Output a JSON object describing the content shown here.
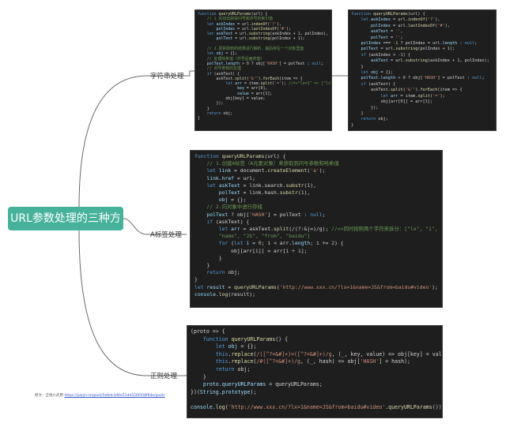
{
  "diagram": {
    "root": "URL参数处理的三种方法",
    "branches": [
      {
        "label": "字符串处理"
      },
      {
        "label": "A标签处理"
      },
      {
        "label": "正则处理"
      }
    ]
  },
  "colors": {
    "root_fill": "#46b29a",
    "code_bg": "#1e1e1e",
    "line": "#6b6b6b"
  },
  "panels": {
    "string_a": [
      [
        [
          "k",
          "function "
        ],
        [
          "f",
          "queryURLParams"
        ],
        [
          "p",
          "(url) {"
        ]
      ],
      [
        [
          "c",
          "    // 1.先找出获得问号和井号的索引值"
        ]
      ],
      [
        [
          "k",
          "    let "
        ],
        [
          "v",
          "askIndex"
        ],
        [
          "p",
          " = url."
        ],
        [
          "f",
          "indexOf"
        ],
        [
          "p",
          "("
        ],
        [
          "s",
          "'?'"
        ],
        [
          "p",
          "),"
        ]
      ],
      [
        [
          "v",
          "        polIndex"
        ],
        [
          "p",
          " = url."
        ],
        [
          "f",
          "lastIndexOf"
        ],
        [
          "p",
          "("
        ],
        [
          "s",
          "'#'"
        ],
        [
          "p",
          ");"
        ]
      ],
      [
        [
          "k",
          "    let "
        ],
        [
          "v",
          "askText"
        ],
        [
          "p",
          " = url."
        ],
        [
          "f",
          "substring"
        ],
        [
          "p",
          "(askIndex + "
        ],
        [
          "n",
          "1"
        ],
        [
          "p",
          ", polIndex),"
        ]
      ],
      [
        [
          "v",
          "        polText"
        ],
        [
          "p",
          " = url."
        ],
        [
          "f",
          "substring"
        ],
        [
          "p",
          "(polIndex + "
        ],
        [
          "n",
          "1"
        ],
        [
          "p",
          ");"
        ]
      ],
      [
        [
          "p",
          " "
        ]
      ],
      [
        [
          "c",
          "    // 2.把获取到的结果进行解析，最后存在一个对象里面"
        ]
      ],
      [
        [
          "k",
          "    let "
        ],
        [
          "v",
          "obj"
        ],
        [
          "p",
          " = {};"
        ]
      ],
      [
        [
          "c",
          "    // 处理哈希值（井号后面的值）"
        ]
      ],
      [
        [
          "v",
          "    polText"
        ],
        [
          "p",
          "."
        ],
        [
          "v",
          "length"
        ],
        [
          "p",
          " > "
        ],
        [
          "n",
          "0"
        ],
        [
          "p",
          " ? obj["
        ],
        [
          "s",
          "'HASH'"
        ],
        [
          "p",
          "] = polText : "
        ],
        [
          "k",
          "null"
        ],
        [
          "p",
          ";"
        ]
      ],
      [
        [
          "c",
          "    // 问号参数的处理"
        ]
      ],
      [
        [
          "k",
          "    if "
        ],
        [
          "p",
          "(askText) {"
        ]
      ],
      [
        [
          "p",
          "        askText."
        ],
        [
          "f",
          "split"
        ],
        [
          "p",
          "("
        ],
        [
          "s",
          "'&'"
        ],
        [
          "p",
          "')."
        ],
        [
          "f",
          "forEach"
        ],
        [
          "p",
          "(item => {"
        ]
      ],
      [
        [
          "k",
          "            let "
        ],
        [
          "v",
          "arr"
        ],
        [
          "p",
          " = item."
        ],
        [
          "f",
          "split"
        ],
        [
          "p",
          "("
        ],
        [
          "s",
          "'='"
        ],
        [
          "p",
          "); "
        ],
        [
          "c",
          "//=>\"lx=1\" => [\"lx\",1]"
        ]
      ],
      [
        [
          "k",
          "                 "
        ],
        [
          "v",
          "key"
        ],
        [
          "p",
          " = arr["
        ],
        [
          "n",
          "0"
        ],
        [
          "p",
          "],"
        ]
      ],
      [
        [
          "v",
          "                 value"
        ],
        [
          "p",
          " = arr["
        ],
        [
          "n",
          "1"
        ],
        [
          "p",
          "];"
        ]
      ],
      [
        [
          "p",
          "            obj[key] = value;"
        ]
      ],
      [
        [
          "p",
          "        });"
        ]
      ],
      [
        [
          "p",
          "    }"
        ]
      ],
      [
        [
          "k",
          "    return "
        ],
        [
          "p",
          "obj;"
        ]
      ],
      [
        [
          "p",
          "}"
        ]
      ]
    ],
    "string_b": [
      [
        [
          "k",
          "function "
        ],
        [
          "f",
          "queryURLParams"
        ],
        [
          "p",
          "(url) {"
        ]
      ],
      [
        [
          "k",
          "    let "
        ],
        [
          "v",
          "askIndex"
        ],
        [
          "p",
          " = url."
        ],
        [
          "f",
          "indexOf"
        ],
        [
          "p",
          "("
        ],
        [
          "s",
          "'?'"
        ],
        [
          "p",
          "),"
        ]
      ],
      [
        [
          "v",
          "        polIndex"
        ],
        [
          "p",
          " = url."
        ],
        [
          "f",
          "lastIndexOf"
        ],
        [
          "p",
          "("
        ],
        [
          "s",
          "'#'"
        ],
        [
          "p",
          "),"
        ]
      ],
      [
        [
          "v",
          "        askText"
        ],
        [
          "p",
          " = "
        ],
        [
          "s",
          "''"
        ],
        [
          "p",
          ","
        ]
      ],
      [
        [
          "v",
          "        polText"
        ],
        [
          "p",
          " = "
        ],
        [
          "s",
          "''"
        ],
        [
          "p",
          ";"
        ]
      ],
      [
        [
          "v",
          "    polIndex"
        ],
        [
          "p",
          " === "
        ],
        [
          "n",
          "-1"
        ],
        [
          "p",
          " ? polIndex = url."
        ],
        [
          "v",
          "length"
        ],
        [
          "p",
          " : "
        ],
        [
          "k",
          "null"
        ],
        [
          "p",
          ";"
        ]
      ],
      [
        [
          "v",
          "    polText"
        ],
        [
          "p",
          " = url."
        ],
        [
          "f",
          "substring"
        ],
        [
          "p",
          "(polIndex + "
        ],
        [
          "n",
          "1"
        ],
        [
          "p",
          ");"
        ]
      ],
      [
        [
          "k",
          "    if "
        ],
        [
          "p",
          "(askIndex > "
        ],
        [
          "n",
          "-1"
        ],
        [
          "p",
          ") {"
        ]
      ],
      [
        [
          "v",
          "        askText"
        ],
        [
          "p",
          " = url."
        ],
        [
          "f",
          "substring"
        ],
        [
          "p",
          "(askIndex + "
        ],
        [
          "n",
          "1"
        ],
        [
          "p",
          ", polIndex);"
        ]
      ],
      [
        [
          "p",
          "    }"
        ]
      ],
      [
        [
          "k",
          "    let "
        ],
        [
          "v",
          "obj"
        ],
        [
          "p",
          " = {};"
        ]
      ],
      [
        [
          "v",
          "    polText"
        ],
        [
          "p",
          "."
        ],
        [
          "v",
          "length"
        ],
        [
          "p",
          " > "
        ],
        [
          "n",
          "0"
        ],
        [
          "p",
          " ? obj["
        ],
        [
          "s",
          "'HASH'"
        ],
        [
          "p",
          "] = polText : "
        ],
        [
          "k",
          "null"
        ],
        [
          "p",
          ";"
        ]
      ],
      [
        [
          "k",
          "    if "
        ],
        [
          "p",
          "(askText) {"
        ]
      ],
      [
        [
          "p",
          "        askText."
        ],
        [
          "f",
          "split"
        ],
        [
          "p",
          "("
        ],
        [
          "s",
          "'&'"
        ],
        [
          "p",
          "')."
        ],
        [
          "f",
          "forEach"
        ],
        [
          "p",
          "(item => {"
        ]
      ],
      [
        [
          "k",
          "            let "
        ],
        [
          "v",
          "arr"
        ],
        [
          "p",
          " = item."
        ],
        [
          "f",
          "split"
        ],
        [
          "p",
          "("
        ],
        [
          "s",
          "'='"
        ],
        [
          "p",
          ");"
        ]
      ],
      [
        [
          "p",
          "            obj[arr["
        ],
        [
          "n",
          "0"
        ],
        [
          "p",
          "]] = arr["
        ],
        [
          "n",
          "1"
        ],
        [
          "p",
          "];"
        ]
      ],
      [
        [
          "p",
          "        });"
        ]
      ],
      [
        [
          "p",
          "    }"
        ]
      ],
      [
        [
          "k",
          "    return "
        ],
        [
          "p",
          "obj;"
        ]
      ],
      [
        [
          "p",
          "}"
        ]
      ]
    ],
    "anchor": [
      [
        [
          "k",
          "function "
        ],
        [
          "f",
          "queryURLParams"
        ],
        [
          "p",
          "(url) {"
        ]
      ],
      [
        [
          "c",
          "    // 1.创建A标签（A元素对象）来获取到问号参数和哈希值"
        ]
      ],
      [
        [
          "k",
          "    let "
        ],
        [
          "v",
          "link"
        ],
        [
          "p",
          " = document."
        ],
        [
          "f",
          "createElement"
        ],
        [
          "p",
          "("
        ],
        [
          "s",
          "'a'"
        ],
        [
          "p",
          ");"
        ]
      ],
      [
        [
          "v",
          "    link"
        ],
        [
          "p",
          "."
        ],
        [
          "v",
          "href"
        ],
        [
          "p",
          " = url;"
        ]
      ],
      [
        [
          "k",
          "    let "
        ],
        [
          "v",
          "askText"
        ],
        [
          "p",
          " = link.search."
        ],
        [
          "f",
          "substr"
        ],
        [
          "p",
          "("
        ],
        [
          "n",
          "1"
        ],
        [
          "p",
          "),"
        ]
      ],
      [
        [
          "v",
          "        polText"
        ],
        [
          "p",
          " = link.hash."
        ],
        [
          "f",
          "substr"
        ],
        [
          "p",
          "("
        ],
        [
          "n",
          "1"
        ],
        [
          "p",
          "),"
        ]
      ],
      [
        [
          "v",
          "        obj"
        ],
        [
          "p",
          " = {};"
        ]
      ],
      [
        [
          "c",
          "    // 2.向对象中进行存储"
        ]
      ],
      [
        [
          "v",
          "    polText"
        ],
        [
          "p",
          " ? obj["
        ],
        [
          "s",
          "'HASH'"
        ],
        [
          "p",
          "] = polText : "
        ],
        [
          "k",
          "null"
        ],
        [
          "p",
          ";"
        ]
      ],
      [
        [
          "k",
          "    if "
        ],
        [
          "p",
          "(askText) {"
        ]
      ],
      [
        [
          "k",
          "        let "
        ],
        [
          "v",
          "arr"
        ],
        [
          "p",
          " = askText."
        ],
        [
          "f",
          "split"
        ],
        [
          "p",
          "(/(?:&|=)/g); "
        ],
        [
          "c",
          "//=>同时按照两个字符来拆分：[\"lx\", \"1\","
        ]
      ],
      [
        [
          "c",
          "        \"name\", \"JS\", \"from\", \"baidu\"]"
        ]
      ],
      [
        [
          "k",
          "        for "
        ],
        [
          "p",
          "("
        ],
        [
          "k",
          "let "
        ],
        [
          "v",
          "i"
        ],
        [
          "p",
          " = "
        ],
        [
          "n",
          "0"
        ],
        [
          "p",
          "; i < arr."
        ],
        [
          "v",
          "length"
        ],
        [
          "p",
          "; i += "
        ],
        [
          "n",
          "2"
        ],
        [
          "p",
          ") {"
        ]
      ],
      [
        [
          "p",
          "            obj[arr[i]] = arr[i + "
        ],
        [
          "n",
          "1"
        ],
        [
          "p",
          "];"
        ]
      ],
      [
        [
          "p",
          "        }"
        ]
      ],
      [
        [
          "p",
          "    }"
        ]
      ],
      [
        [
          "k",
          "    return "
        ],
        [
          "p",
          "obj;"
        ]
      ],
      [
        [
          "p",
          "}"
        ]
      ],
      [
        [
          "k",
          "let "
        ],
        [
          "v",
          "result"
        ],
        [
          "p",
          " = "
        ],
        [
          "f",
          "queryURLParams"
        ],
        [
          "p",
          "("
        ],
        [
          "s",
          "'http://www.xxx.cn/?lx=1&name=JS&from=baidu#video'"
        ],
        [
          "p",
          ");"
        ]
      ],
      [
        [
          "v",
          "console"
        ],
        [
          "p",
          "."
        ],
        [
          "f",
          "log"
        ],
        [
          "p",
          "(result);"
        ]
      ]
    ],
    "regex": [
      [
        [
          "p",
          "(proto => {"
        ]
      ],
      [
        [
          "k",
          "    function "
        ],
        [
          "f",
          "queryURLParams"
        ],
        [
          "p",
          "() {"
        ]
      ],
      [
        [
          "k",
          "        let "
        ],
        [
          "v",
          "obj"
        ],
        [
          "p",
          " = {};"
        ]
      ],
      [
        [
          "k",
          "        this"
        ],
        [
          "p",
          "."
        ],
        [
          "f",
          "replace"
        ],
        [
          "p",
          "("
        ],
        [
          "s",
          "/([^?=&#]+)=([^?=&#]+)/g"
        ],
        [
          "p",
          ", (_, key, value) => obj[key] = value);"
        ]
      ],
      [
        [
          "k",
          "        this"
        ],
        [
          "p",
          "."
        ],
        [
          "f",
          "replace"
        ],
        [
          "p",
          "("
        ],
        [
          "s",
          "/#([^?=&#]+)/g"
        ],
        [
          "p",
          ", (_, hash) => obj["
        ],
        [
          "s",
          "'HASH'"
        ],
        [
          "p",
          "] = hash);"
        ]
      ],
      [
        [
          "k",
          "        return "
        ],
        [
          "p",
          "obj;"
        ]
      ],
      [
        [
          "p",
          "    }"
        ]
      ],
      [
        [
          "v",
          "    proto"
        ],
        [
          "p",
          "."
        ],
        [
          "v",
          "queryURLParams"
        ],
        [
          "p",
          " = queryURLParams;"
        ]
      ],
      [
        [
          "p",
          "})("
        ],
        [
          "v",
          "String"
        ],
        [
          "p",
          "."
        ],
        [
          "v",
          "prototype"
        ],
        [
          "p",
          ");"
        ]
      ],
      [
        [
          "p",
          " "
        ]
      ],
      [
        [
          "v",
          "console"
        ],
        [
          "p",
          "."
        ],
        [
          "f",
          "log"
        ],
        [
          "p",
          "("
        ],
        [
          "s",
          "'http://www.xxx.cn/?lx=1&name=JS&from=baidu#video'"
        ],
        [
          "p",
          "."
        ],
        [
          "f",
          "queryURLParams"
        ],
        [
          "p",
          "());"
        ]
      ]
    ]
  },
  "footer": {
    "prefix": "原文：全栈小武用",
    "link": "https://juejin.im/post/5e6dc3d6e51d4526f458f6de/posts"
  }
}
